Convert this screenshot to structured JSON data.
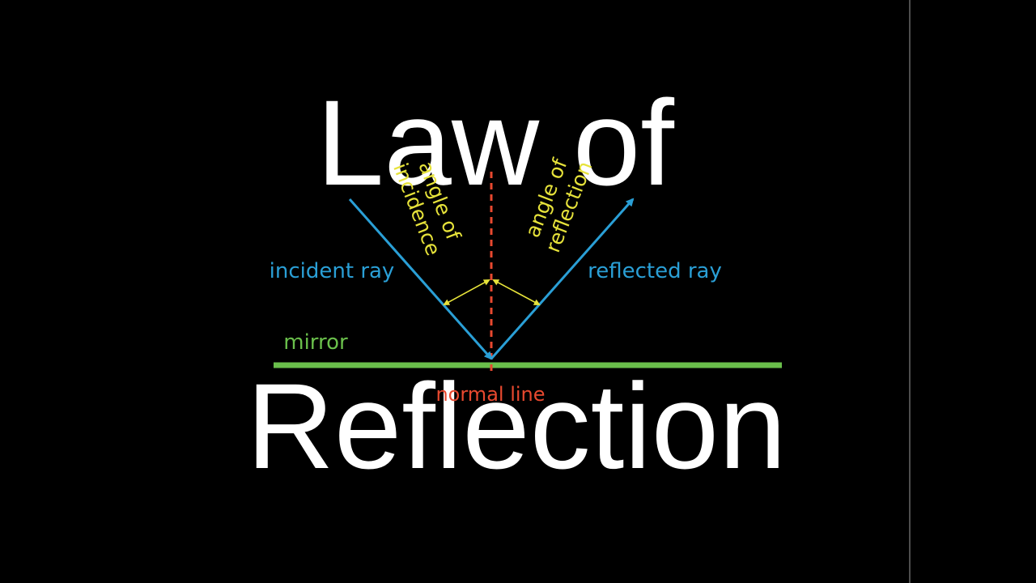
{
  "title": {
    "line1": "Law of",
    "line2": "Reflection"
  },
  "labels": {
    "angle_of_incidence": "angle of incidence",
    "angle_of_incidence_line1": "angle of",
    "angle_of_incidence_line2": "incidence",
    "angle_of_reflection": "angle of reflection",
    "angle_of_reflection_line1": "angle of",
    "angle_of_reflection_line2": "reflection",
    "incident_ray": "incident ray",
    "reflected_ray": "reflected ray",
    "mirror": "mirror",
    "normal_line": "normal line"
  },
  "colors": {
    "background": "#000000",
    "title": "#ffffff",
    "ray": "#2a9fd6",
    "normal": "#e8492f",
    "mirror": "#6abf4b",
    "angle": "#e6e23a",
    "side_divider": "#9a9a9a"
  }
}
